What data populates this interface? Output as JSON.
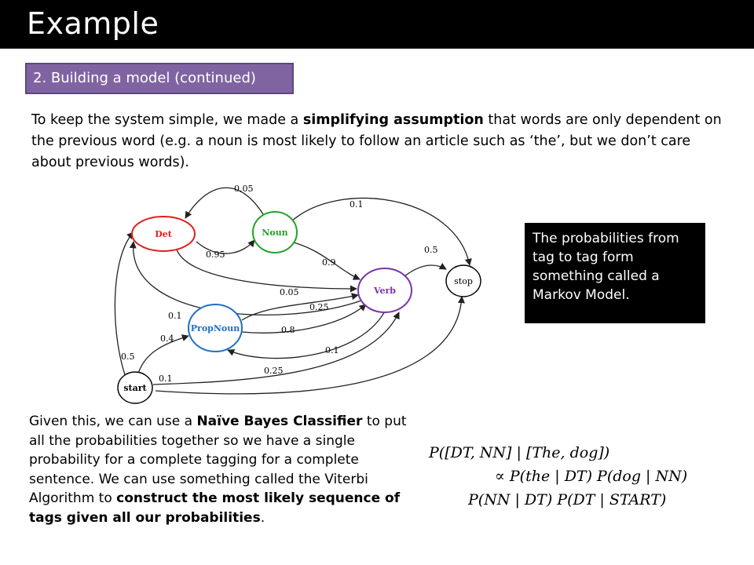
{
  "title": "Example",
  "section_label": "2. Building a model (continued)",
  "intro": {
    "part1": "To keep the system simple, we made a ",
    "bold1": "simplifying assumption",
    "part2": " that words are only dependent on the previous word (e.g. a noun is most likely to follow an article such as ‘the’, but we don’t care about previous words)."
  },
  "callout": "The probabilities from tag to tag form something called a Markov Model.",
  "bottom": {
    "part1": "Given this, we can use a ",
    "bold1": "Naïve Bayes Classifier",
    "part2": " to put all the probabilities together so we have a single probability for a complete tagging for a complete sentence. We can use something called the Viterbi Algorithm to ",
    "bold2": "construct the most likely sequence of tags given all our probabilities",
    "part3": "."
  },
  "formula": {
    "line1": "P([DT, NN] | [The, dog])",
    "line2": "∝ P(the | DT) P(dog | NN)",
    "line3": "P(NN | DT) P(DT | START)"
  },
  "diagram": {
    "nodes": {
      "det": {
        "label": "Det",
        "color": "#e02020"
      },
      "noun": {
        "label": "Noun",
        "color": "#22a22a"
      },
      "verb": {
        "label": "Verb",
        "color": "#7a35a8"
      },
      "propnoun": {
        "label": "PropNoun",
        "color": "#2070c0"
      },
      "stop": {
        "label": "stop",
        "color": "#000000"
      },
      "start": {
        "label": "start",
        "color": "#000000"
      }
    },
    "edges": {
      "noun_det": "0.05",
      "noun_stop": "0.1",
      "det_noun": "0.95",
      "noun_verb": "0.9",
      "verb_stop": "0.5",
      "det_verb": "0.05",
      "propnoun_verb_a": "0.25",
      "verb_det": "0.1",
      "start_propnoun": "0.4",
      "propnoun_verb_b": "0.8",
      "verb_propnoun": "0.1",
      "start_det": "0.5",
      "start_verb": "0.25",
      "start_stop": "0.1"
    }
  }
}
